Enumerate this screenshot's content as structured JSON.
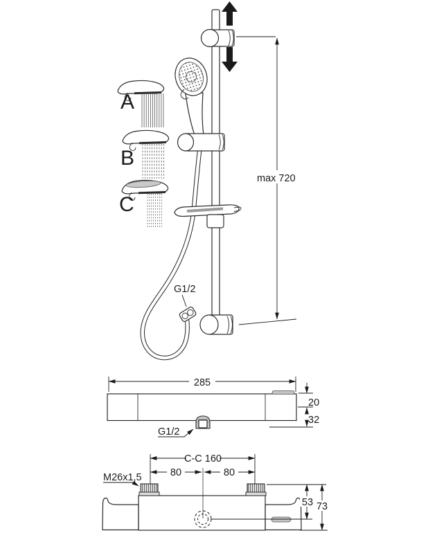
{
  "drawing": {
    "title": "shower-rail-set-with-thermostatic-mixer-technical-drawing",
    "colors": {
      "line": "#2b2b2b",
      "background": "#ffffff",
      "shade": "#c9c9c9"
    },
    "spray_modes": {
      "a": "A",
      "b": "B",
      "c": "C"
    },
    "rail_view": {
      "max_height": "max 720",
      "hose_thread": "G1/2"
    },
    "front_view": {
      "width": "285",
      "top_offset": "20",
      "bottom_offset": "32",
      "outlet_thread": "G1/2"
    },
    "bottom_view": {
      "center_distance": "C-C 160",
      "left_spacing": "80",
      "right_spacing": "80",
      "connection_thread": "M26x1,5",
      "depth_to_outlet": "53",
      "total_depth": "73"
    }
  }
}
